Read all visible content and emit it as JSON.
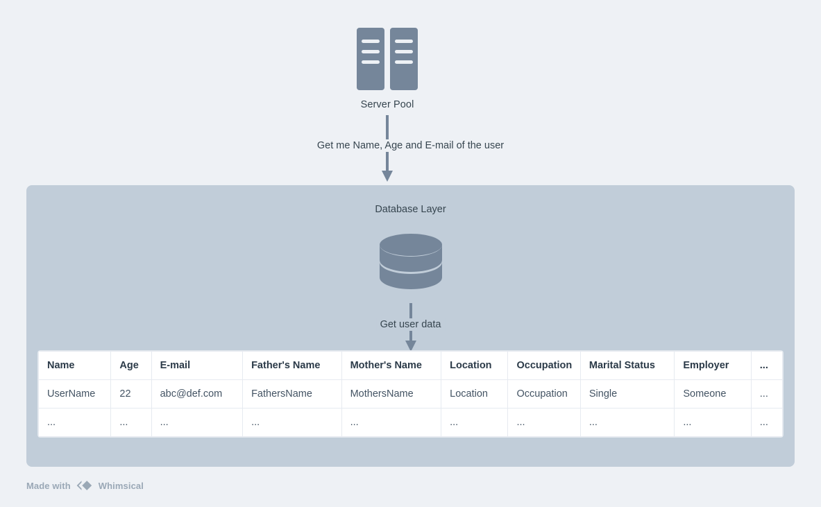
{
  "theme": {
    "background": "#eef1f5",
    "panel_background": "#c1cdd9",
    "icon_color": "#75869a",
    "text_color": "#36454f",
    "table_background": "#ffffff",
    "table_border": "#e6eaf0",
    "watermark_color": "#9aa8b6"
  },
  "nodes": {
    "server_pool": {
      "label": "Server Pool",
      "icon": "server-rack-icon"
    },
    "database_layer": {
      "title": "Database Layer",
      "icon": "database-cylinder-icon"
    }
  },
  "edges": [
    {
      "name": "server-to-database",
      "label": "Get me Name, Age and E-mail of the user"
    },
    {
      "name": "database-to-table",
      "label": "Get user data"
    }
  ],
  "table": {
    "columns": [
      "Name",
      "Age",
      "E-mail",
      "Father's Name",
      "Mother's Name",
      "Location",
      "Occupation",
      "Marital Status",
      "Employer",
      "..."
    ],
    "rows": [
      [
        "UserName",
        "22",
        "abc@def.com",
        "FathersName",
        "MothersName",
        "Location",
        "Occupation",
        "Single",
        "Someone",
        "..."
      ],
      [
        "...",
        "...",
        "...",
        "...",
        "...",
        "...",
        "...",
        "...",
        "...",
        "..."
      ]
    ]
  },
  "watermark": {
    "prefix": "Made with",
    "brand": "Whimsical",
    "logo": "whimsical-diamond-icon"
  }
}
